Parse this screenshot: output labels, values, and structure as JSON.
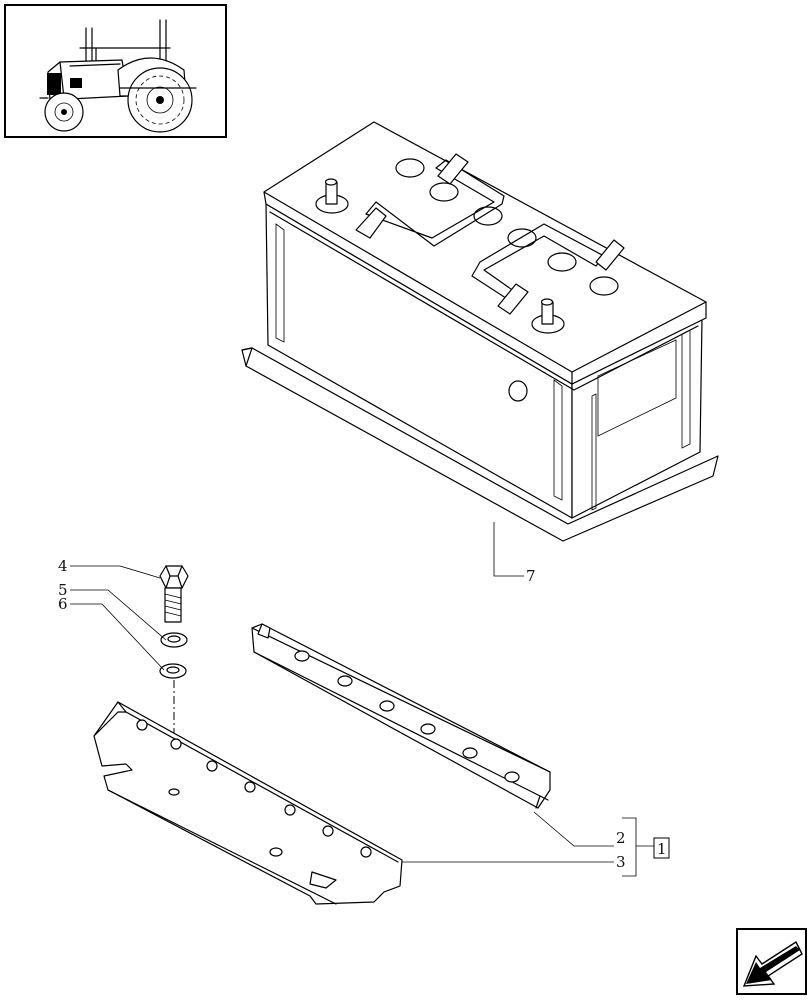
{
  "callouts": {
    "bolt": "4",
    "washer_upper": "5",
    "washer_lower": "6",
    "battery": "7",
    "bracket_a": "2",
    "bracket_b": "3",
    "kit_box": "1"
  },
  "thumbnail": {
    "subject": "tractor"
  },
  "navigation": {
    "icon": "arrow-icon"
  }
}
